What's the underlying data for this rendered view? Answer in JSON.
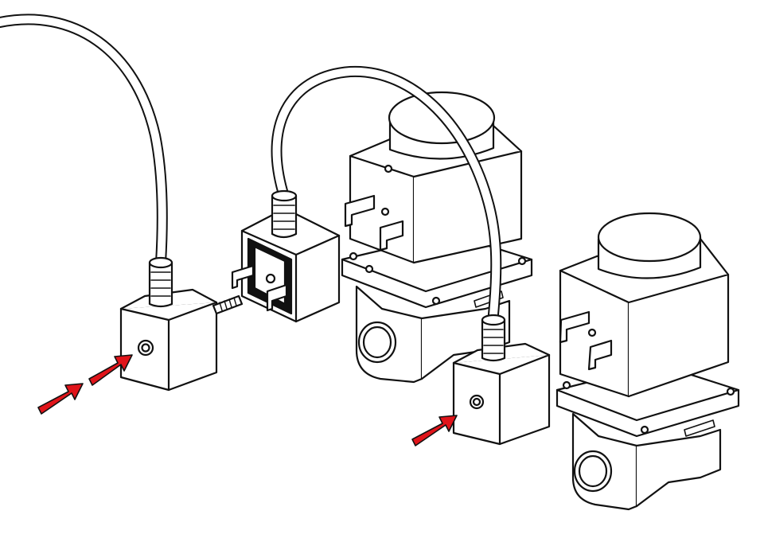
{
  "figure": {
    "style": "technical line-art illustration, black outlines on white",
    "components": [
      {
        "id": "connector-plug-detached",
        "icon": "din-connector-plug"
      },
      {
        "id": "connector-base",
        "icon": "din-connector-socket"
      },
      {
        "id": "valve-left",
        "icon": "solenoid-valve"
      },
      {
        "id": "connector-plug-mounted",
        "icon": "din-connector-plug"
      },
      {
        "id": "valve-right",
        "icon": "solenoid-valve"
      },
      {
        "id": "mounting-screw",
        "icon": "screw"
      }
    ],
    "callout_arrows": {
      "count": 3,
      "color": "#e0141a",
      "target": "cable-gland-screw"
    },
    "line_color": "#111111",
    "fill_color": "#ffffff"
  }
}
